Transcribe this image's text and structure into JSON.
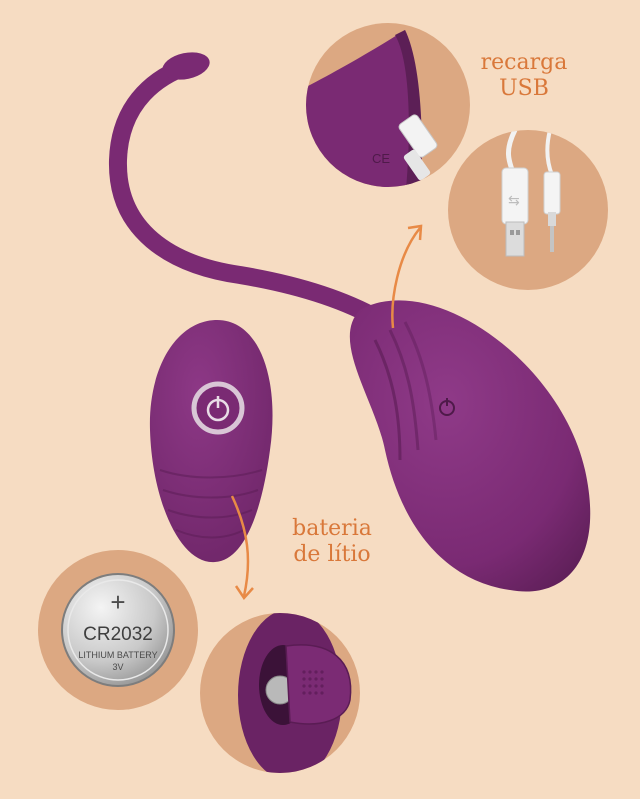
{
  "labels": {
    "usb_line1": "recarga",
    "usb_line2": "USB",
    "battery_line1": "bateria",
    "battery_line2": "de lítio"
  },
  "battery": {
    "plus_sign": "+",
    "model": "CR2032",
    "type": "LITHIUM BATTERY",
    "voltage": "3V"
  },
  "colors": {
    "background": "#f6dcc2",
    "circle_bg": "#dca882",
    "product_purple": "#7a2a73",
    "accent_orange": "#e88a46",
    "label_orange": "#d9783a"
  }
}
